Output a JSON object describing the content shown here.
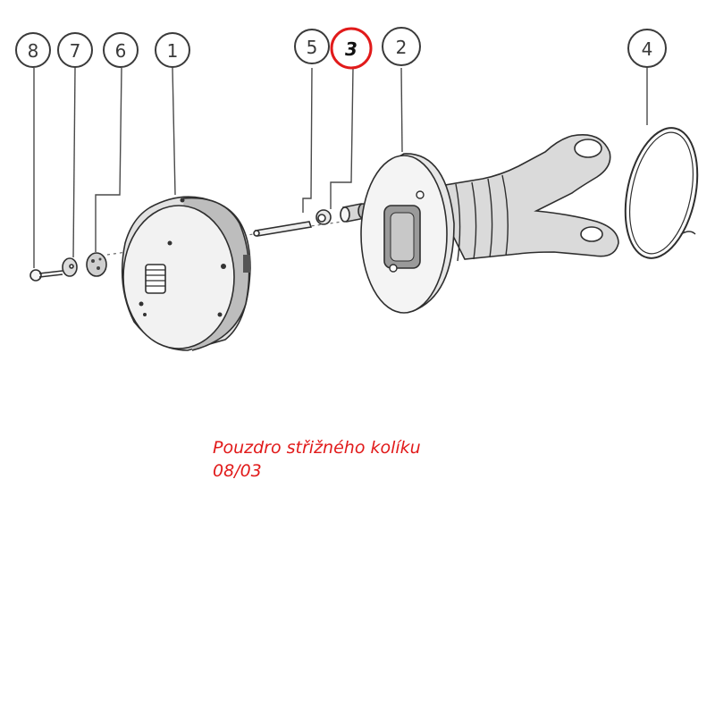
{
  "callouts": [
    {
      "id": "8",
      "label": "8",
      "highlighted": false
    },
    {
      "id": "7",
      "label": "7",
      "highlighted": false
    },
    {
      "id": "6",
      "label": "6",
      "highlighted": false
    },
    {
      "id": "1",
      "label": "1",
      "highlighted": false
    },
    {
      "id": "5",
      "label": "5",
      "highlighted": false
    },
    {
      "id": "3",
      "label": "3",
      "highlighted": true
    },
    {
      "id": "2",
      "label": "2",
      "highlighted": false
    },
    {
      "id": "4",
      "label": "4",
      "highlighted": false
    }
  ],
  "caption": {
    "title": "Pouzdro střižného kolíku",
    "code": "08/03"
  },
  "colors": {
    "highlight": "#e11a1a",
    "caption_text": "#e11a1a",
    "line_art": "#2e2e2e"
  }
}
